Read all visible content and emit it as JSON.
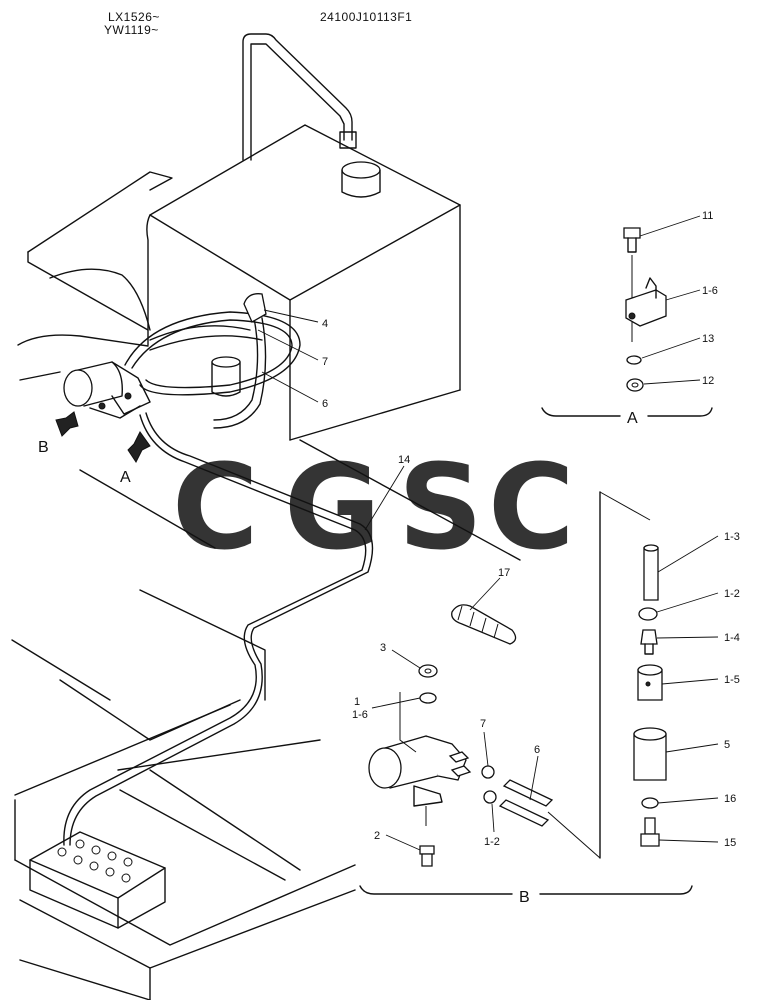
{
  "header": {
    "serial_line1": "LX1526~",
    "serial_line2": "YW1119~",
    "part_code": "24100J10113F1"
  },
  "views": {
    "view_a": "A",
    "view_b": "B",
    "arrow_a": "A",
    "arrow_b": "B"
  },
  "callouts": {
    "c4": "4",
    "c7_main": "7",
    "c6_main": "6",
    "c14": "14",
    "c11": "11",
    "c1_6_a": "1-6",
    "c13": "13",
    "c12": "12",
    "c17": "17",
    "c3": "3",
    "c1": "1",
    "c1_6_b": "1-6",
    "c7_b": "7",
    "c6_b": "6",
    "c2": "2",
    "c1_2_b": "1-2",
    "c1_3": "1-3",
    "c1_2_r": "1-2",
    "c1_4": "1-4",
    "c1_5": "1-5",
    "c5": "5",
    "c16": "16",
    "c15": "15"
  },
  "watermark": {
    "letters": [
      "C",
      "G",
      "S",
      "C"
    ],
    "colors": [
      "#4f8ef5",
      "#ef7a78",
      "#f7d54a",
      "#49b07a"
    ]
  }
}
